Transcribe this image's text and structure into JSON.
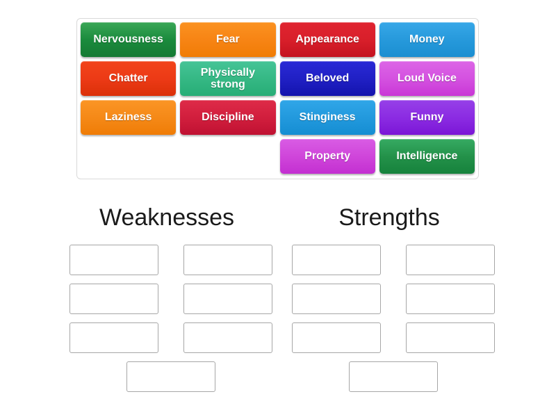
{
  "tray": {
    "tiles": [
      {
        "label": "Nervousness",
        "color_top": "#3aa757",
        "color_bottom": "#167a34",
        "accent": "#1a8a3c"
      },
      {
        "label": "Fear",
        "color_top": "#fb9221",
        "color_bottom": "#f07c05",
        "accent": "#f78414"
      },
      {
        "label": "Appearance",
        "color_top": "#e02430",
        "color_bottom": "#c4121f",
        "accent": "#d81f2a"
      },
      {
        "label": "Money",
        "color_top": "#37a7e8",
        "color_bottom": "#1b8ed1",
        "accent": "#2699db"
      },
      {
        "label": "Chatter",
        "color_top": "#f2441a",
        "color_bottom": "#db3008",
        "accent": "#ec3a16"
      },
      {
        "label": "Physically strong",
        "color_top": "#45c497",
        "color_bottom": "#27ad76",
        "accent": "#35b884"
      },
      {
        "label": "Beloved",
        "color_top": "#2a2ad6",
        "color_bottom": "#1313ad",
        "accent": "#2020c4"
      },
      {
        "label": "Loud Voice",
        "color_top": "#dc65e6",
        "color_bottom": "#c937d6",
        "accent": "#d451e0"
      },
      {
        "label": "Laziness",
        "color_top": "#fb9525",
        "color_bottom": "#ef7c06",
        "accent": "#f58917"
      },
      {
        "label": "Discipline",
        "color_top": "#de2b48",
        "color_bottom": "#bf1132",
        "accent": "#d11e3d"
      },
      {
        "label": "Stinginess",
        "color_top": "#30a6e8",
        "color_bottom": "#158dd2",
        "accent": "#2299dd"
      },
      {
        "label": "Funny",
        "color_top": "#9640e8",
        "color_bottom": "#7b16d6",
        "accent": "#8b2be2"
      },
      {
        "label": "",
        "color_top": "",
        "color_bottom": "",
        "accent": ""
      },
      {
        "label": "",
        "color_top": "",
        "color_bottom": "",
        "accent": ""
      },
      {
        "label": "Property",
        "color_top": "#d95ce4",
        "color_bottom": "#c32fd1",
        "accent": "#cf45da"
      },
      {
        "label": "Intelligence",
        "color_top": "#36ab62",
        "color_bottom": "#16823c",
        "accent": "#239149"
      }
    ]
  },
  "groups": [
    {
      "heading": "Weaknesses",
      "rows": [
        {
          "slots": 2,
          "centered": false
        },
        {
          "slots": 2,
          "centered": false
        },
        {
          "slots": 2,
          "centered": false
        },
        {
          "slots": 1,
          "centered": true
        }
      ]
    },
    {
      "heading": "Strengths",
      "rows": [
        {
          "slots": 2,
          "centered": false
        },
        {
          "slots": 2,
          "centered": false
        },
        {
          "slots": 2,
          "centered": false
        },
        {
          "slots": 1,
          "centered": true
        }
      ]
    }
  ],
  "theme": {
    "page_background": "#ffffff",
    "tray_border": "#d9d9d9",
    "slot_border": "#a6a6a6",
    "heading_color": "#1a1a1a",
    "tile_text_color": "#ffffff"
  }
}
